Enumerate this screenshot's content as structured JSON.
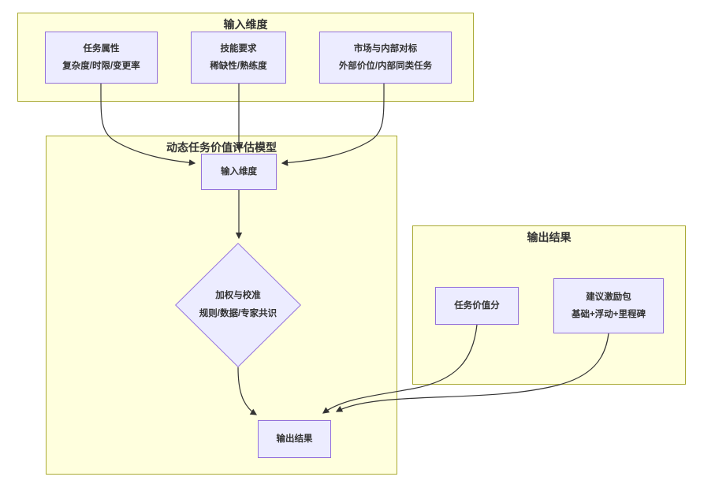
{
  "diagram": {
    "clusters": {
      "inputs": {
        "title": "输入维度"
      },
      "model": {
        "title": "动态任务价值评估模型"
      },
      "outputs": {
        "title": "输出结果"
      }
    },
    "nodes": {
      "taskAttrs": {
        "line1": "任务属性",
        "line2": "复杂度/时限/变更率"
      },
      "skills": {
        "line1": "技能要求",
        "line2": "稀缺性/熟练度"
      },
      "market": {
        "line1": "市场与内部对标",
        "line2": "外部价位/内部同类任务"
      },
      "inputDims": {
        "line1": "输入维度"
      },
      "weighting": {
        "line1": "加权与校准",
        "line2": "规则/数据/专家共识"
      },
      "outputResult": {
        "line1": "输出结果"
      },
      "valueScore": {
        "line1": "任务价值分"
      },
      "incentive": {
        "line1": "建议激励包",
        "line2": "基础+浮动+里程碑"
      }
    },
    "colors": {
      "node-fill": "#ECECFF",
      "node-border": "#9370DB",
      "cluster-fill": "#FFFFDE",
      "cluster-border": "#AAAA33",
      "edge": "#333333",
      "text": "#333333",
      "canvas-bg": "#FFFFFF"
    }
  }
}
